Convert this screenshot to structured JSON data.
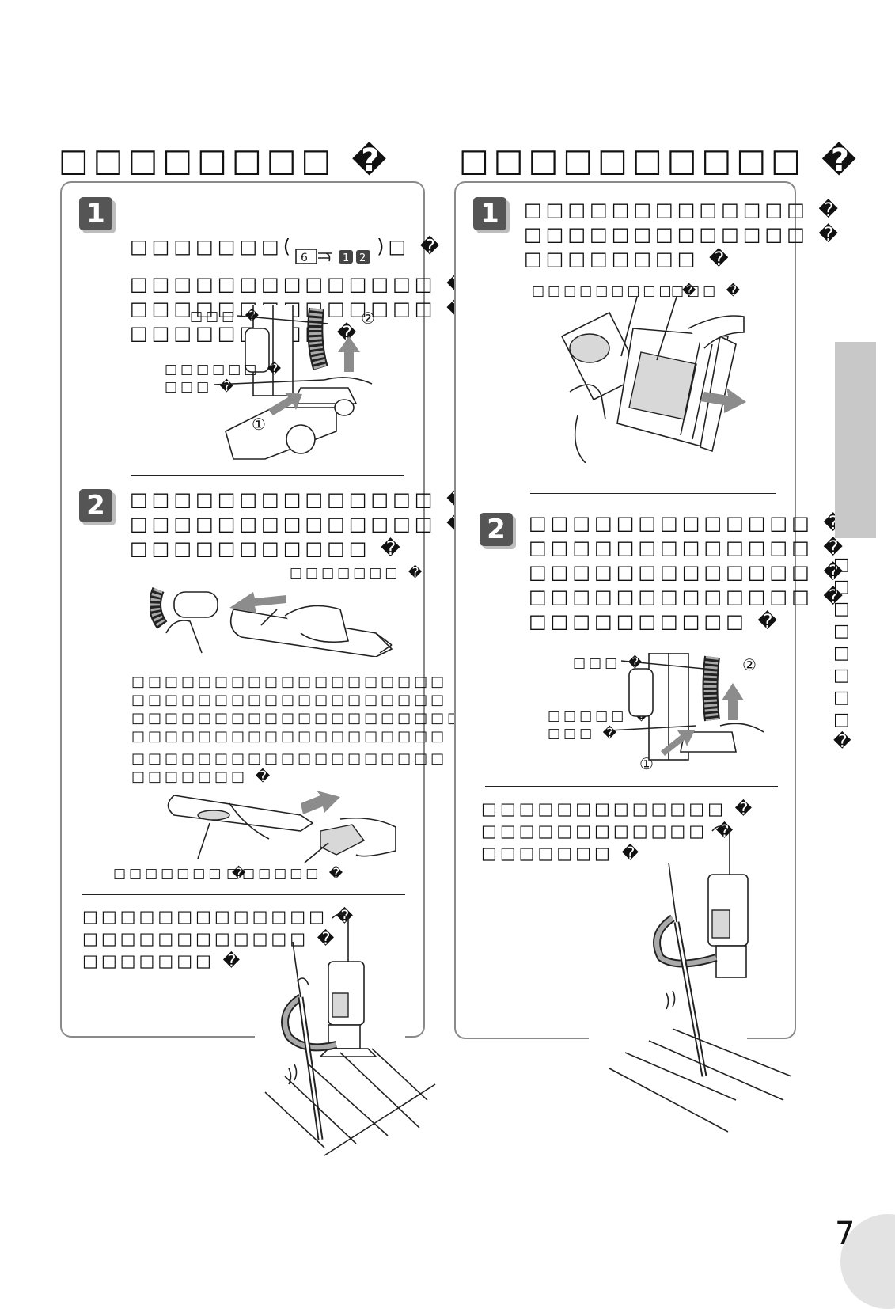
{
  "left": {
    "title": "□□□□□□□□ �",
    "step1": {
      "number": "1",
      "text_line1_pre": "□□□□□□□(",
      "ref_page": "6",
      "ref_steps": [
        "1",
        "2"
      ],
      "text_line1_post": ")□ �",
      "text_rest": "□□□□□□□□□□□□□□ �\n□□□□□□□□□□□□□□ �\n□□□□□□□□□ �",
      "label_hose": "□□□ �",
      "label_button": "□□□□□□ �\n□□□ �",
      "circle_1": "①",
      "circle_2": "②"
    },
    "step2": {
      "number": "2",
      "text": "□□□□□□□□□□□□□□ �\n□□□□□□□□□□□□□□ �\n□□□□□□□□□□□ �",
      "label_tool": "□□□□□□□ �",
      "note1": "□□□□□□□□□□□□□□□□□□□ �\n□□□□□□□□□□□□□□□□□□□ �\n□□□□□□□□□□□□□□□□□□□□ �\n□□□□□□□□□□□□□□□□□□□ �",
      "note2": "□□□□□□□□□□□□□□□□□□□ �\n□□□□□□□ �",
      "label_bottom_a": "□□□□□□□ �",
      "label_bottom_b": "□□□□□□ �"
    },
    "footer_text": "□□□□□□□□□□□□□ �\n□□□□□□□□□□□□ �\n□□□□□□□ �"
  },
  "right": {
    "title": "□□□□□□□□□□ �",
    "step1": {
      "number": "1",
      "text": "□□□□□□□□□□□□□ �\n□□□□□□□□□□□□□ �\n□□□□□□□□ �",
      "label_a": "□□□□□□□□□ �",
      "label_b": "□□□ �"
    },
    "step2": {
      "number": "2",
      "text": "□□□□□□□□□□□□□ �\n□□□□□□□□□□□□□ �\n□□□□□□□□□□□□□ �\n□□□□□□□□□□□□□ �\n□□□□□□□□□□ �",
      "label_hose": "□□□ �",
      "label_button": "□□□□□ �\n□□□ �",
      "circle_1": "①",
      "circle_2": "②"
    },
    "footer_text": "□□□□□□□□□□□□□ �\n□□□□□□□□□□□□ �\n□□□□□□□ �"
  },
  "side_tab_text": "□□□□□□□□ �",
  "page_number": "7"
}
